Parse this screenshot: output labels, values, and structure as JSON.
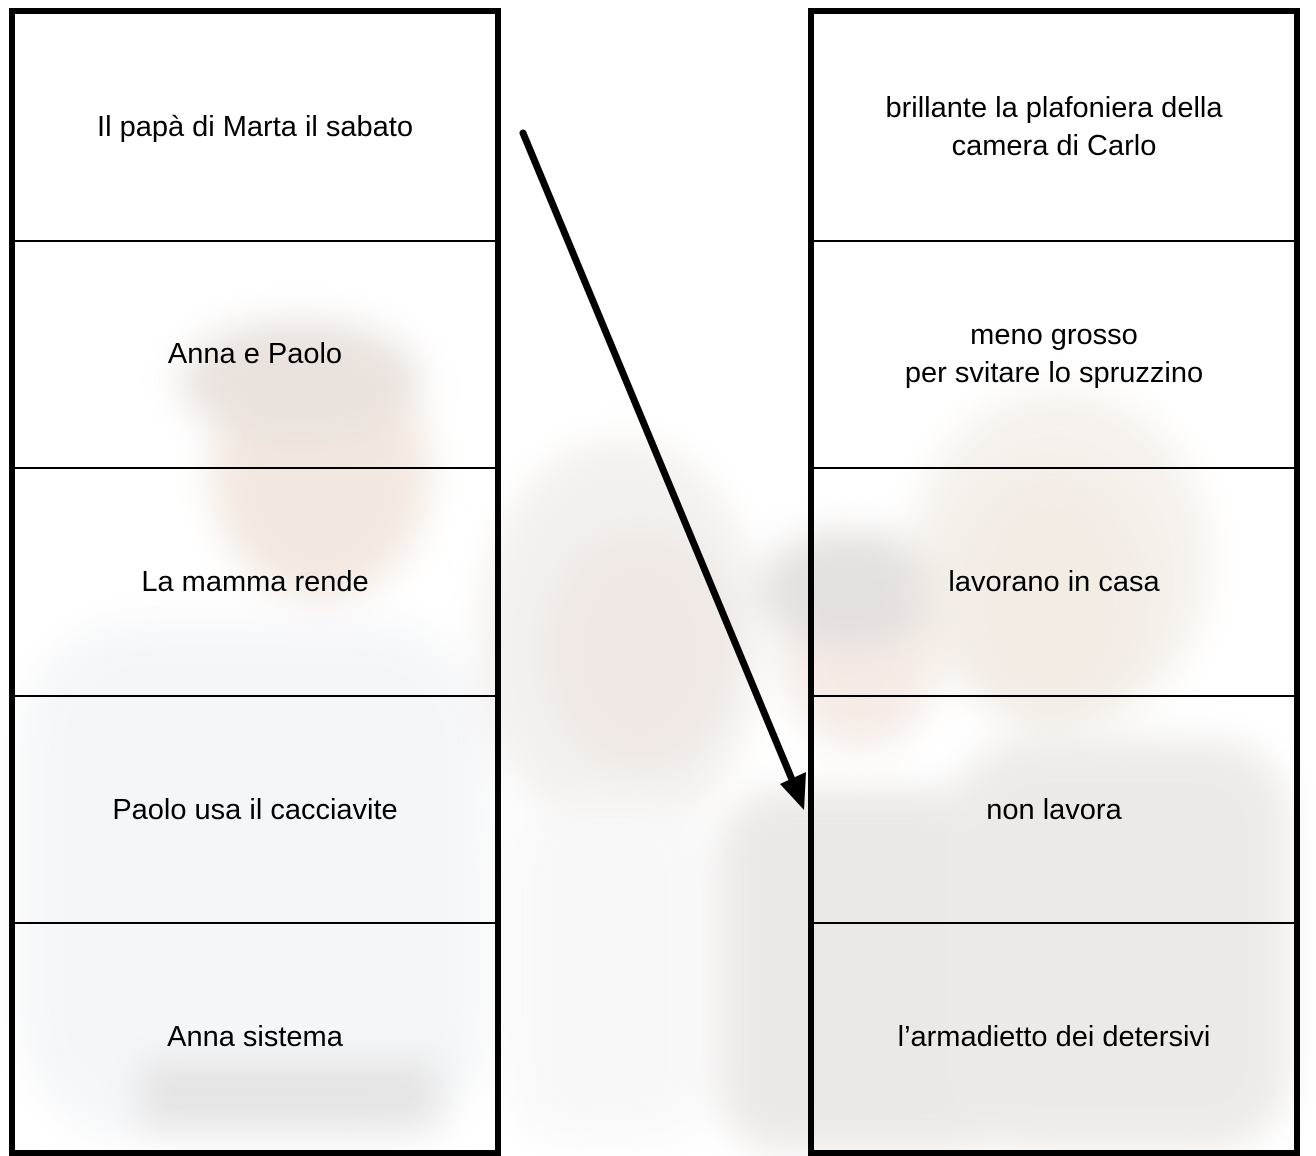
{
  "left_column": {
    "items": [
      "Il  papà di Marta il sabato",
      "Anna e Paolo",
      "La mamma rende",
      "Paolo usa il cacciavite",
      "Anna sistema"
    ]
  },
  "right_column": {
    "items": [
      "brillante la plafoniera della\ncamera di Carlo",
      "meno grosso\nper svitare lo spruzzino",
      "lavorano in casa",
      "non lavora",
      "l’armadietto dei detersivi"
    ]
  },
  "colors": {
    "border": "#000000",
    "text": "#000000",
    "background": "#ffffff"
  }
}
